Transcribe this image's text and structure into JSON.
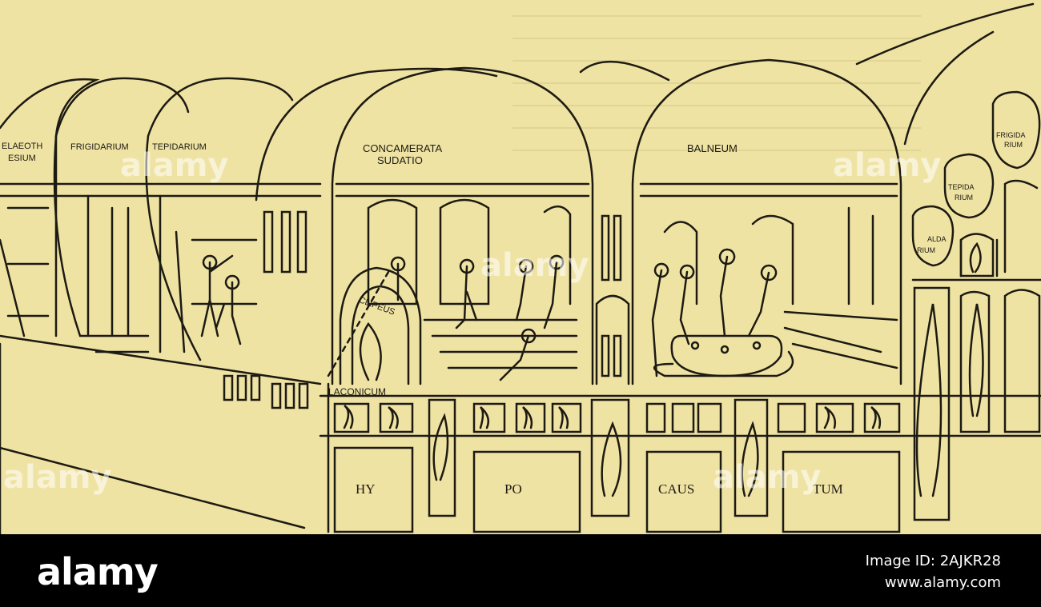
{
  "labels": {
    "elaeothesium_1": "ELAEOTH",
    "elaeothesium_2": "ESIUM",
    "frigidarium": "FRIGIDARIUM",
    "tepidarium": "TEPIDARIUM",
    "concamerata_1": "CONCAMERATA",
    "concamerata_2": "SUDATIO",
    "clipeus": "CLIPEUS",
    "laconicum": "LACONICUM",
    "balneum": "BALNEUM",
    "vessel_frigidarium_1": "FRIGIDA",
    "vessel_frigidarium_2": "RIUM",
    "vessel_tepidarium_1": "TEPIDA",
    "vessel_tepidarium_2": "RIUM",
    "vessel_caldarium_1": "ALDA",
    "vessel_caldarium_2": "RIUM",
    "hy": "HY",
    "po": "PO",
    "caus": "CAUS",
    "tum": "TUM"
  },
  "watermark": "alamy",
  "footer": {
    "logo": "alamy",
    "image_id": "Image ID: 2AJKR28",
    "site": "www.alamy.com"
  },
  "colors": {
    "paper": "#efe3a4",
    "ink": "#1d1a12",
    "footer_bg": "#000000"
  }
}
